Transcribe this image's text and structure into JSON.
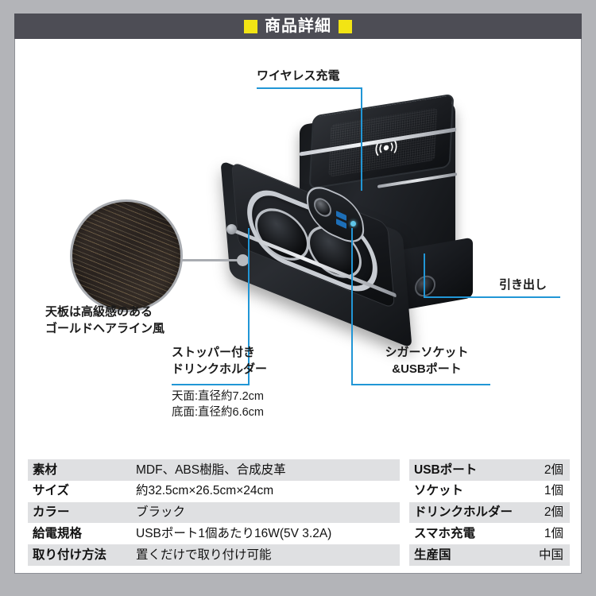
{
  "header": {
    "title": "商品詳細",
    "accent_color": "#f2e414",
    "bar_color": "#4d4d55"
  },
  "callouts": {
    "line_color": "#2196d6",
    "wireless_charging": "ワイヤレス充電",
    "drawer": "引き出し",
    "top_panel": "天板は高級感のある\nゴールドヘアライン風",
    "cup_holder": "ストッパー付き\nドリンクホルダー",
    "cup_holder_dims": "天面:直径約7.2cm\n底面:直径約6.6cm",
    "socket_usb": "シガーソケット\n&USBポート"
  },
  "product": {
    "wireless_icon_name": "wireless-charging-icon",
    "body_color": "#16181b"
  },
  "spec_table_left": {
    "rows": [
      {
        "key": "素材",
        "value": "MDF、ABS樹脂、合成皮革"
      },
      {
        "key": "サイズ",
        "value": "約32.5cm×26.5cm×24cm"
      },
      {
        "key": "カラー",
        "value": "ブラック"
      },
      {
        "key": "給電規格",
        "value": "USBポート1個あたり16W(5V 3.2A)"
      },
      {
        "key": "取り付け方法",
        "value": "置くだけで取り付け可能"
      }
    ]
  },
  "spec_table_right": {
    "rows": [
      {
        "key": "USBポート",
        "value": "2個"
      },
      {
        "key": "ソケット",
        "value": "1個"
      },
      {
        "key": "ドリンクホルダー",
        "value": "2個"
      },
      {
        "key": "スマホ充電",
        "value": "1個"
      },
      {
        "key": "生産国",
        "value": "中国"
      }
    ]
  }
}
